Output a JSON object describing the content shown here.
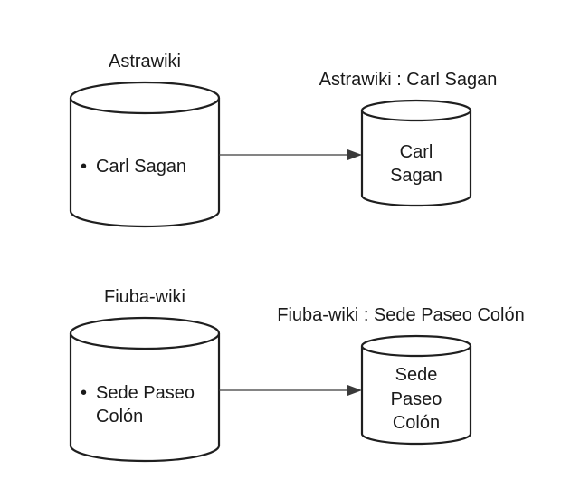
{
  "diagram": {
    "top": {
      "source_title": "Astrawiki",
      "source_item": "Carl Sagan",
      "target_title": "Astrawiki : Carl Sagan",
      "target_line1": "Carl",
      "target_line2": "Sagan"
    },
    "bottom": {
      "source_title": "Fiuba-wiki",
      "source_item_line1": "Sede Paseo",
      "source_item_line2": "Colón",
      "target_title": "Fiuba-wiki : Sede Paseo Colón",
      "target_line1": "Sede",
      "target_line2": "Paseo",
      "target_line3": "Colón"
    },
    "bullet": "•"
  }
}
